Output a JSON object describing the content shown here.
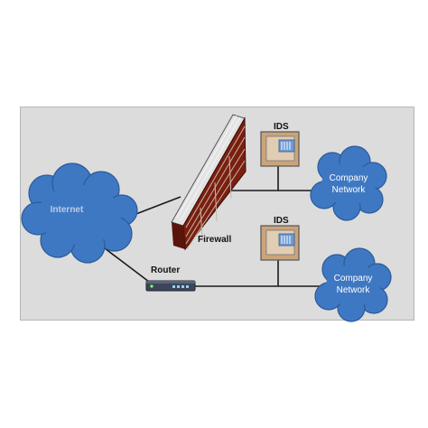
{
  "diagram": {
    "nodes": {
      "internet": {
        "label": "Internet"
      },
      "firewall": {
        "label": "Firewall"
      },
      "router": {
        "label": "Router"
      },
      "ids_top": {
        "label": "IDS"
      },
      "ids_bottom": {
        "label": "IDS"
      },
      "company_top": {
        "line1": "Company",
        "line2": "Network"
      },
      "company_bottom": {
        "line1": "Company",
        "line2": "Network"
      }
    },
    "colors": {
      "cloud_fill": "#3f78c2",
      "cloud_stroke": "#2a5a9a",
      "brick": "#7a1f10",
      "mortar": "#c9b7a8",
      "ids_box": "#cba47a",
      "line": "#1a1a1a"
    },
    "icons": [
      "internet-cloud-icon",
      "firewall-wall-icon",
      "router-device-icon",
      "ids-sensor-icon",
      "company-network-cloud-icon"
    ]
  }
}
